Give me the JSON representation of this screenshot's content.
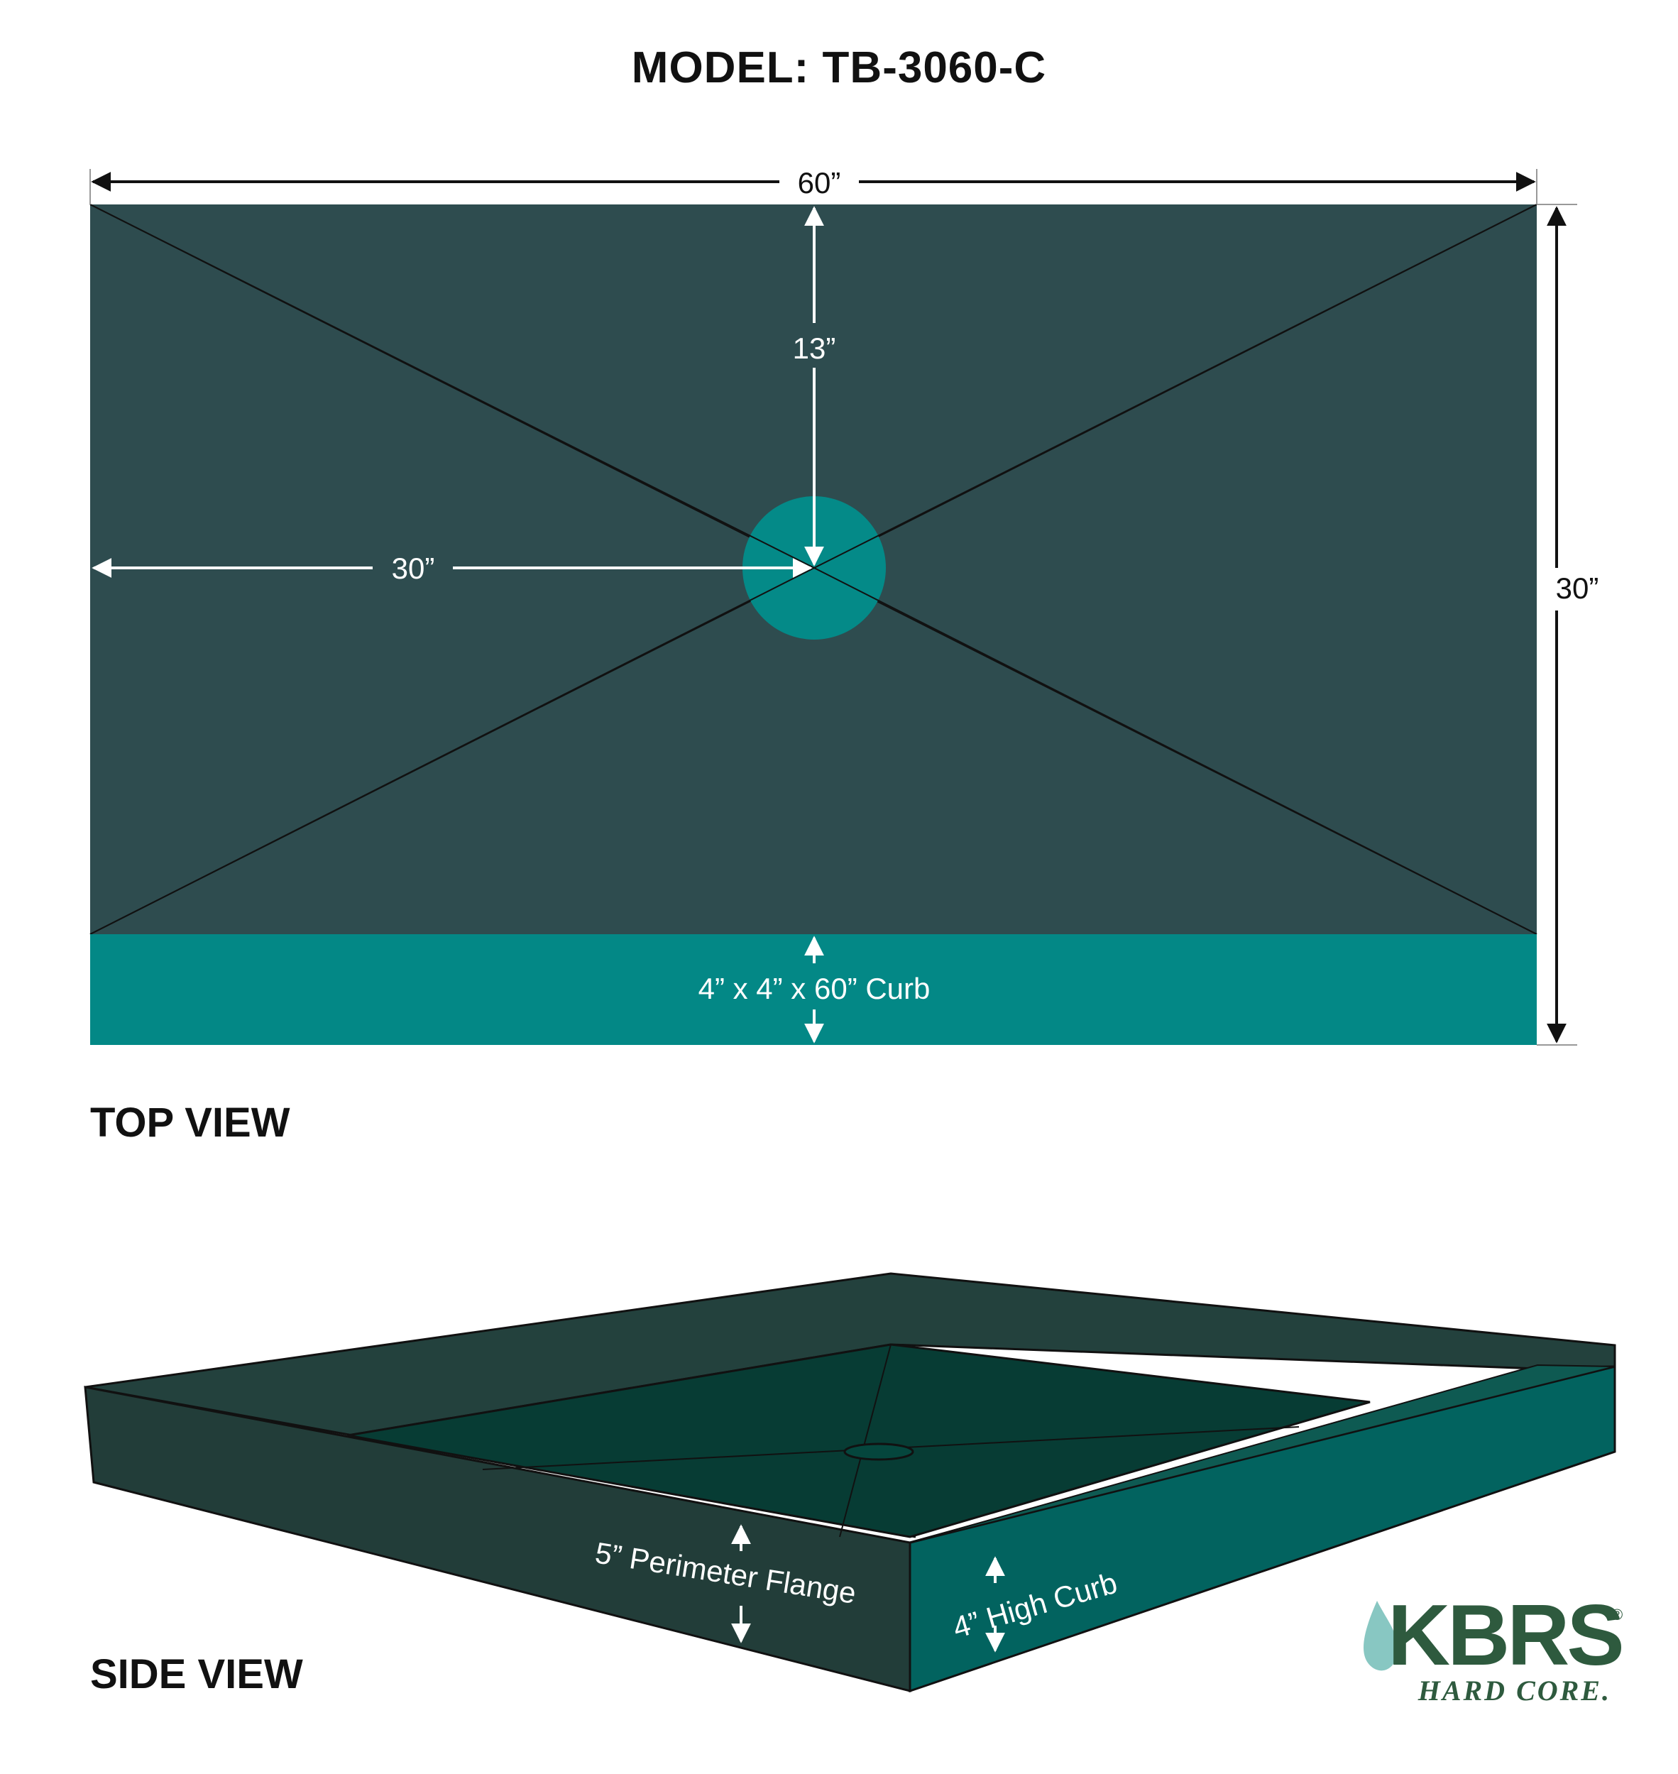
{
  "title": "MODEL: TB-3060-C",
  "top_view": {
    "label": "TOP VIEW",
    "width_dim": "60”",
    "height_dim": "30”",
    "drain_offset_back": "13”",
    "drain_offset_side": "30”",
    "curb_label": "4” x 4” x 60” Curb"
  },
  "side_view": {
    "label": "SIDE VIEW",
    "flange_label": "5” Perimeter Flange",
    "curb_label": "4” High Curb"
  },
  "logo": {
    "main": "KBRS",
    "registered": "®",
    "sub": "HARD CORE."
  },
  "colors": {
    "pan": "#2e4c4f",
    "curb": "#038886",
    "drain": "#048a88",
    "side_dark": "#223d39",
    "side_floor": "#073c34",
    "side_curb": "#02635f",
    "logo_green": "#2e5a3e"
  }
}
